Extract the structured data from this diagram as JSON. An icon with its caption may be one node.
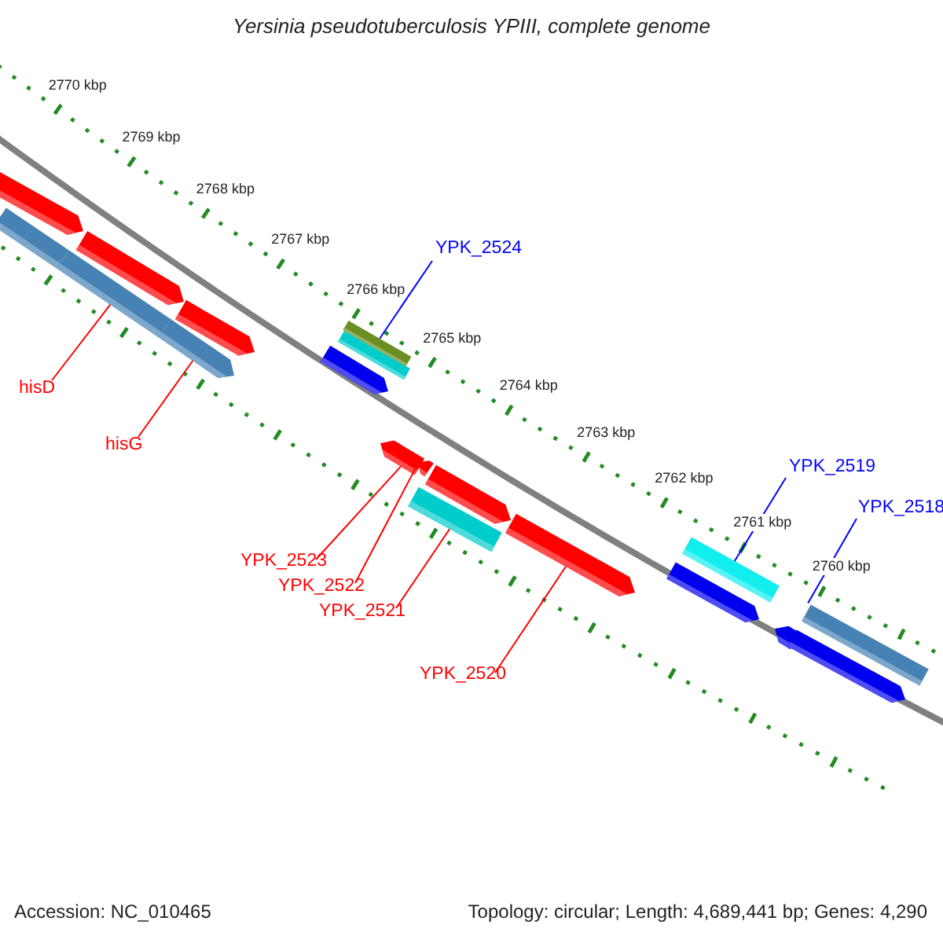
{
  "diagram": {
    "title": "Yersinia pseudotuberculosis YPIII, complete genome",
    "nodes": [
      {
        "text": [
          "YPK_2524"
        ]
      },
      {
        "text": [
          "hisD"
        ]
      },
      {
        "text": [
          "hisG"
        ]
      },
      {
        "text": [
          "YPK_2519"
        ]
      },
      {
        "text": [
          "YPK_2518"
        ]
      },
      {
        "text": [
          "YPK_2523"
        ]
      },
      {
        "text": [
          "YPK_2522"
        ]
      },
      {
        "text": [
          "YPK_2521"
        ]
      },
      {
        "text": [
          "YPK_2520"
        ]
      },
      {
        "text": [],
        "shape": "arrow"
      },
      {
        "text": [],
        "shape": "arrow"
      },
      {
        "text": [],
        "shape": "arrow"
      },
      {
        "text": [],
        "shape": "arrow"
      },
      {
        "text": [],
        "shape": "arrow"
      },
      {
        "text": [],
        "shape": "arrow"
      },
      {
        "text": [],
        "shape": "arrow"
      },
      {
        "text": [],
        "shape": "arrow"
      },
      {
        "text": [],
        "shape": "arrow"
      },
      {
        "text": [],
        "shape": "arrow"
      },
      {
        "text": [],
        "shape": "arrow"
      },
      {
        "text": [],
        "shape": "arrow"
      },
      {
        "text": [],
        "shape": "arrow"
      },
      {
        "text": [],
        "shape": "arrow"
      },
      {
        "text": [],
        "shape": "arrow"
      },
      {
        "text": [],
        "shape": "arrow"
      },
      {
        "text": [],
        "shape": "arrow"
      },
      {
        "text": [],
        "shape": "arrow"
      },
      {
        "text": [],
        "shape": "arrow"
      }
    ],
    "edges": [
      {
        "from": 1,
        "to": 11,
        "arrow": "none"
      },
      {
        "from": 2,
        "to": 13,
        "arrow": "none"
      },
      {
        "from": 0,
        "to": 17,
        "arrow": "none",
        "color": "#0000ff"
      },
      {
        "from": 5,
        "to": 18,
        "arrow": "none"
      },
      {
        "from": 6,
        "to": 20,
        "arrow": "none"
      },
      {
        "from": 7,
        "to": 19,
        "arrow": "none"
      },
      {
        "from": 8,
        "to": 22,
        "arrow": "none"
      },
      {
        "from": 3,
        "to": 24,
        "arrow": "none",
        "color": "#0000ff"
      },
      {
        "from": 4,
        "to": 27,
        "arrow": "none",
        "color": "#0000ff"
      }
    ],
    "labels": [
      "2770 kbp",
      "2769 kbp",
      "2768 kbp",
      "2767 kbp",
      "2766 kbp",
      "2765 kbp",
      "2764 kbp",
      "2763 kbp",
      "2762 kbp",
      "2761 kbp",
      "2760 kbp",
      "Accession: NC_010465",
      "Topology: circular; Length: 4,689,441 bp; Genes: 4,290"
    ]
  }
}
